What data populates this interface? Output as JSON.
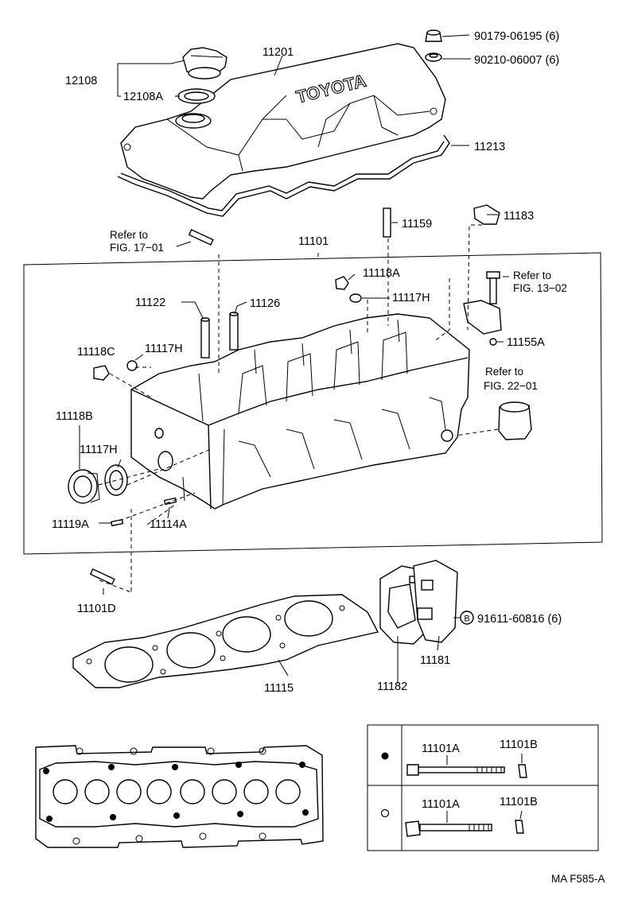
{
  "diagram_code": "MA F585-A",
  "colors": {
    "ink": "#000000",
    "paper": "#ffffff"
  },
  "labels": {
    "p90179": "90179-06195 (6)",
    "p90210": "90210-06007 (6)",
    "p11201": "11201",
    "p12108": "12108",
    "p12108A": "12108A",
    "p11213": "11213",
    "p11159": "11159",
    "p11183": "11183",
    "p11101": "11101",
    "p11118A": "11118A",
    "p11117H_a": "11117H",
    "p11122": "11122",
    "p11126": "11126",
    "p11118C": "11118C",
    "p11117H_b": "11117H",
    "p11155A": "11155A",
    "p11118B": "11118B",
    "p11117H_c": "11117H",
    "p11119A": "11119A",
    "p11114A": "11114A",
    "p11101D": "11101D",
    "p11115": "11115",
    "p11182": "11182",
    "p11181": "11181",
    "p91611": "91611-60816 (6)",
    "bolt_a1": "11101A",
    "washer_b1": "11101B",
    "bolt_a2": "11101A",
    "washer_b2": "11101B"
  },
  "refs": {
    "fig17_refer": "Refer to",
    "fig17_fig": "FIG. 17−01",
    "fig13_refer": "Refer to",
    "fig13_fig": "FIG. 13−02",
    "fig22_refer": "Refer to",
    "fig22_fig": "FIG. 22−01"
  },
  "cover_logo": "TOYOTA",
  "marker_b": "B",
  "icons": [
    "filled-dot-icon",
    "hollow-dot-icon",
    "circled-b-icon"
  ]
}
